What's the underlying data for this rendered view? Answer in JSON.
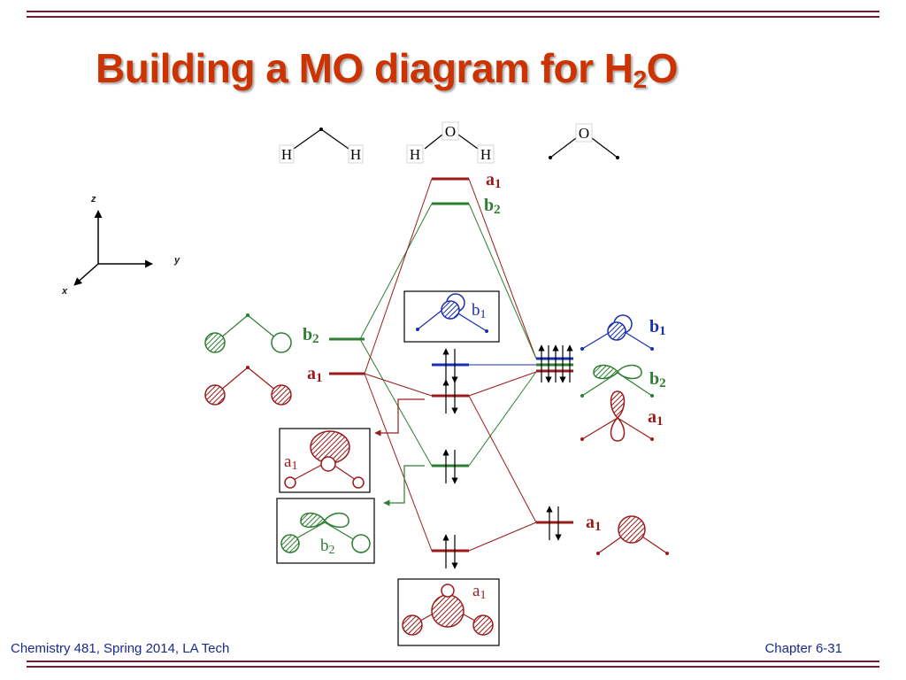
{
  "title": {
    "main": "Building a MO diagram for H",
    "sub": "2",
    "tail": "O"
  },
  "axes": {
    "z": "z",
    "y": "y",
    "x": "x"
  },
  "fragments": {
    "H": "H",
    "O": "O"
  },
  "labels": {
    "a": "a",
    "b": "b",
    "one": "1",
    "two": "2"
  },
  "footer": {
    "left": "Chemistry 481, Spring 2014, LA Tech",
    "right": "Chapter 6-31"
  },
  "colors": {
    "title": "#cc3300",
    "a1": "#9b1b1b",
    "b2": "#2e7d32",
    "b1": "#1a2fb0",
    "footer": "#1a2a8c",
    "rule": "#6b1d3a"
  }
}
